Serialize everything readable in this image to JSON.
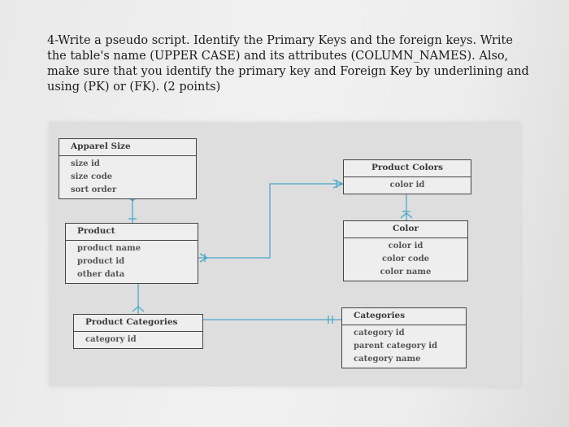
{
  "question": {
    "text": "4-Write a pseudo script. Identify the Primary Keys and the foreign keys. Write the table's name (UPPER CASE) and its attributes (COLUMN_NAMES). Also, make sure that you identify the primary key and Foreign Key by underlining and using (PK) or (FK). (2 points)"
  },
  "diagram": {
    "entities": {
      "apparel_size": {
        "title": "Apparel Size",
        "attributes": [
          "size id",
          "size code",
          "sort order"
        ]
      },
      "product_colors": {
        "title": "Product Colors",
        "attributes": [
          "color id"
        ]
      },
      "product": {
        "title": "Product",
        "attributes": [
          "product name",
          "product id",
          "other data"
        ]
      },
      "color": {
        "title": "Color",
        "attributes": [
          "color id",
          "color code",
          "color name"
        ]
      },
      "product_categories": {
        "title": "Product Categories",
        "attributes": [
          "category id"
        ]
      },
      "categories": {
        "title": "Categories",
        "attributes": [
          "category id",
          "parent category id",
          "category name"
        ]
      }
    },
    "colors": {
      "connector": "#4aa8c8",
      "border": "#444444"
    }
  }
}
